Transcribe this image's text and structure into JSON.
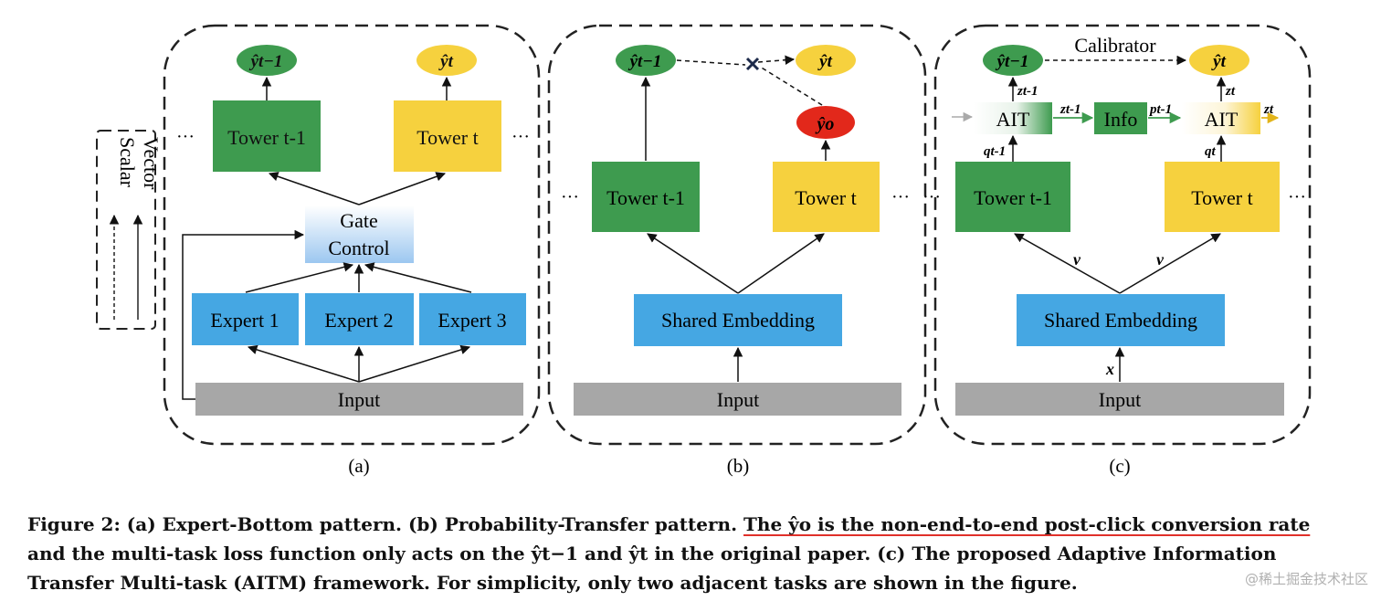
{
  "panel_a": {
    "outputs": [
      "ŷt−1",
      "ŷt"
    ],
    "towers": [
      "Tower t-1",
      "Tower t"
    ],
    "gate_line1": "Gate",
    "gate_line2": "Control",
    "experts": [
      "Expert 1",
      "Expert 2",
      "Expert 3"
    ],
    "input": "Input",
    "legend_scalar": "Scalar",
    "legend_vector": "Vector",
    "ellipsis": "···",
    "label": "(a)"
  },
  "panel_b": {
    "outputs": [
      "ŷt−1",
      "ŷt",
      "ŷo"
    ],
    "towers": [
      "Tower t-1",
      "Tower t"
    ],
    "shared": "Shared Embedding",
    "input": "Input",
    "ellipsis": "···",
    "label": "(b)"
  },
  "panel_c": {
    "outputs": [
      "ŷt−1",
      "ŷt"
    ],
    "calibrator": "Calibrator",
    "ait": "AIT",
    "info": "Info",
    "towers": [
      "Tower t-1",
      "Tower t"
    ],
    "shared": "Shared Embedding",
    "input": "Input",
    "var_z_prev": "zt-1",
    "var_z": "zt",
    "var_p_prev": "pt-1",
    "var_q_prev": "qt-1",
    "var_q": "qt",
    "var_v": "v",
    "var_x": "x",
    "ellipsis": "···",
    "label": "(c)"
  },
  "caption": {
    "line1_a": "Figure 2: (a) Expert-Bottom pattern. (b) Probability-Transfer pattern. ",
    "line1_b": "The ŷo is the non-end-to-end post-click conversion rate",
    "line2": "and the multi-task loss function only acts on the ŷt−1 and ŷt in the original paper. (c) The proposed Adaptive Information",
    "line3": "Transfer Multi-task (AITM) framework. For simplicity, only two adjacent tasks are shown in the figure."
  },
  "watermark": "@稀土掘金技术社区",
  "colors": {
    "green": "#3e9b4f",
    "yellow": "#f6d13e",
    "blue": "#45a7e3",
    "gray": "#a7a7a7",
    "red": "#e2281b",
    "underline": "#e0302a"
  }
}
